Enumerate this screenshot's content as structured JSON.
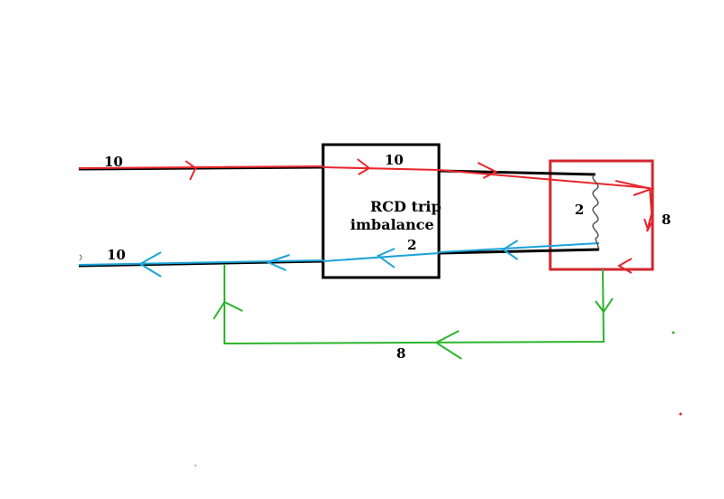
{
  "colors": {
    "live": "#e8262c",
    "neutral": "#1aa3d9",
    "earth": "#2bb52b",
    "wire": "#000000",
    "appliance_box": "#d0272e",
    "rcd_box": "#000000"
  },
  "labels": {
    "live_in": "10",
    "live_rcd": "10",
    "rcd_text_line1": "RCD trip",
    "rcd_text_line2": "imbalance",
    "neutral_rcd": "2",
    "neutral_in": "10",
    "appliance_current": "2",
    "leak_current": "8",
    "earth_current": "8"
  }
}
